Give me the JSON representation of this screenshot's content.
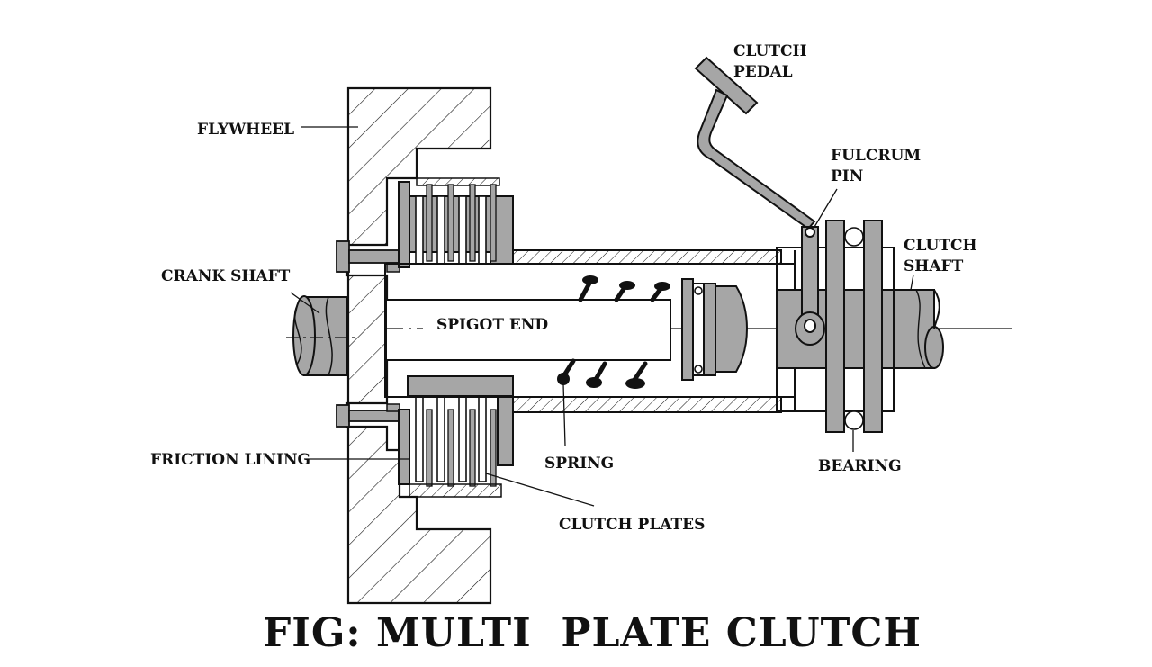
{
  "colors": {
    "ink": "#111111",
    "metal": "#a6a6a6",
    "background": "#ffffff"
  },
  "labels": {
    "clutch_pedal_1": "CLUTCH",
    "clutch_pedal_2": "PEDAL",
    "flywheel": "FLYWHEEL",
    "fulcrum_pin_1": "FULCRUM",
    "fulcrum_pin_2": "PIN",
    "clutch_shaft_1": "CLUTCH",
    "clutch_shaft_2": "SHAFT",
    "crank_shaft": "CRANK SHAFT",
    "spigot_end": "SPIGOT END",
    "friction_lining": "FRICTION LINING",
    "spring": "SPRING",
    "bearing": "BEARING",
    "clutch_plates": "CLUTCH PLATES"
  },
  "caption": "FIG: MULTI  PLATE CLUTCH"
}
